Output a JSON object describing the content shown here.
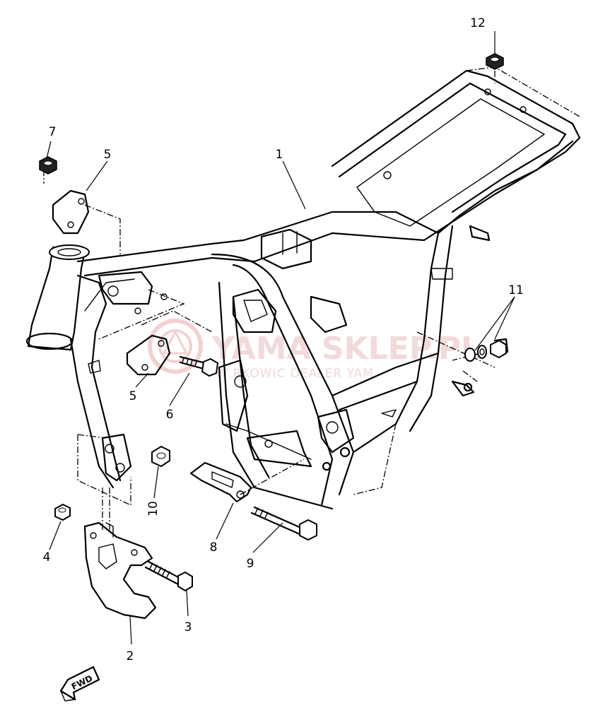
{
  "diagram": {
    "watermark": {
      "main_text": "YAMA SKLEP.PL",
      "sub_text": "W  RKOWIC  DEALER YAM"
    },
    "direction_badge": "FWD",
    "callouts": [
      {
        "id": "c1",
        "label": "1"
      },
      {
        "id": "c2",
        "label": "2"
      },
      {
        "id": "c3",
        "label": "3"
      },
      {
        "id": "c4",
        "label": "4"
      },
      {
        "id": "c5a",
        "label": "5"
      },
      {
        "id": "c5b",
        "label": "5"
      },
      {
        "id": "c6",
        "label": "6"
      },
      {
        "id": "c7",
        "label": "7"
      },
      {
        "id": "c8",
        "label": "8"
      },
      {
        "id": "c9",
        "label": "9"
      },
      {
        "id": "c10",
        "label": "10"
      },
      {
        "id": "c11",
        "label": "11"
      },
      {
        "id": "c12",
        "label": "12"
      }
    ]
  }
}
